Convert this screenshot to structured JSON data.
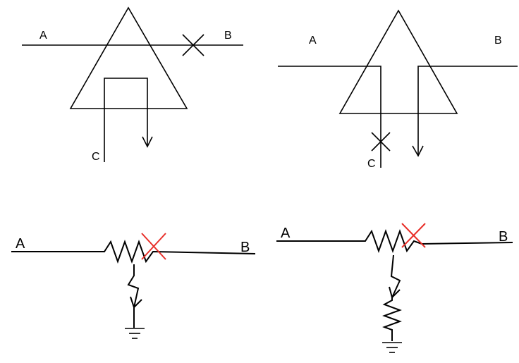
{
  "diagrams": {
    "top_left": {
      "label_a": "A",
      "label_b": "B",
      "label_c": "C"
    },
    "top_right": {
      "label_a": "A",
      "label_b": "B",
      "label_c": "C"
    },
    "bottom_left": {
      "label_a": "A",
      "label_b": "B"
    },
    "bottom_right": {
      "label_a": "A",
      "label_b": "B"
    }
  },
  "colors": {
    "line": "#000000",
    "cut_mark_red": "#e8302a",
    "cut_mark_black": "#000000"
  }
}
